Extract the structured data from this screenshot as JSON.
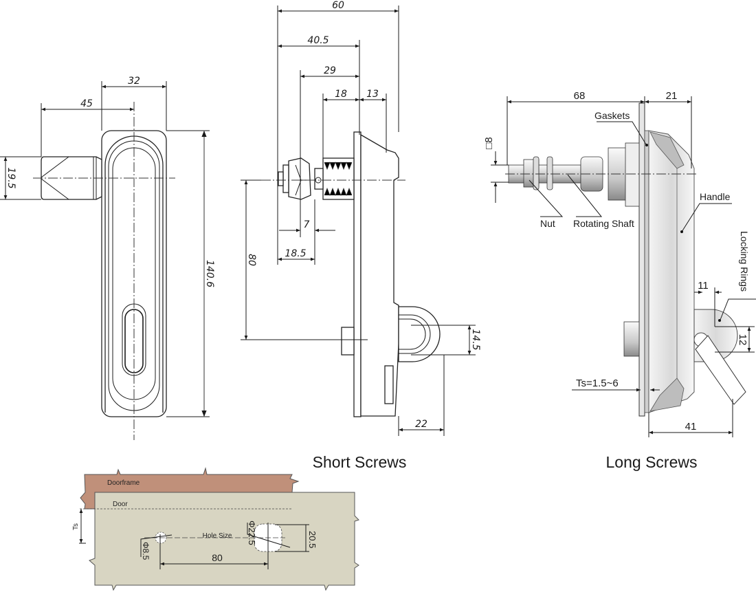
{
  "front_view": {
    "dims": {
      "width_32": "32",
      "offset_45": "45",
      "height_19_5": "19.5",
      "length_140_6": "140.6"
    }
  },
  "short_screws_view": {
    "caption": "Short Screws",
    "dims": {
      "d60": "60",
      "d40_5": "40.5",
      "d29": "29",
      "d18": "18",
      "d13": "13",
      "d7": "7",
      "d18_5": "18.5",
      "d80": "80",
      "d14_5": "14.5",
      "d22": "22"
    }
  },
  "long_screws_view": {
    "caption": "Long Screws",
    "dims": {
      "d68": "68",
      "d21": "21",
      "sq8": "□8",
      "d11": "11",
      "d12": "12",
      "d41": "41",
      "ts_range": "Ts=1.5~6"
    },
    "callouts": {
      "gaskets": "Gaskets",
      "nut": "Nut",
      "rotating_shaft": "Rotating Shaft",
      "handle": "Handle",
      "locking_rings": "Locking Rings"
    }
  },
  "hole_diagram": {
    "doorframe_label": "Doorframe",
    "door_label": "Door",
    "ts_label": "Ts",
    "hole_size_label": "Hole Size",
    "dims": {
      "dia_22_5": "Φ22.5",
      "d20_5": "20.5",
      "dia_8_5": "Φ8.5",
      "d80": "80"
    },
    "colors": {
      "doorframe": "#c0907a",
      "door": "#d8d5c2"
    }
  }
}
